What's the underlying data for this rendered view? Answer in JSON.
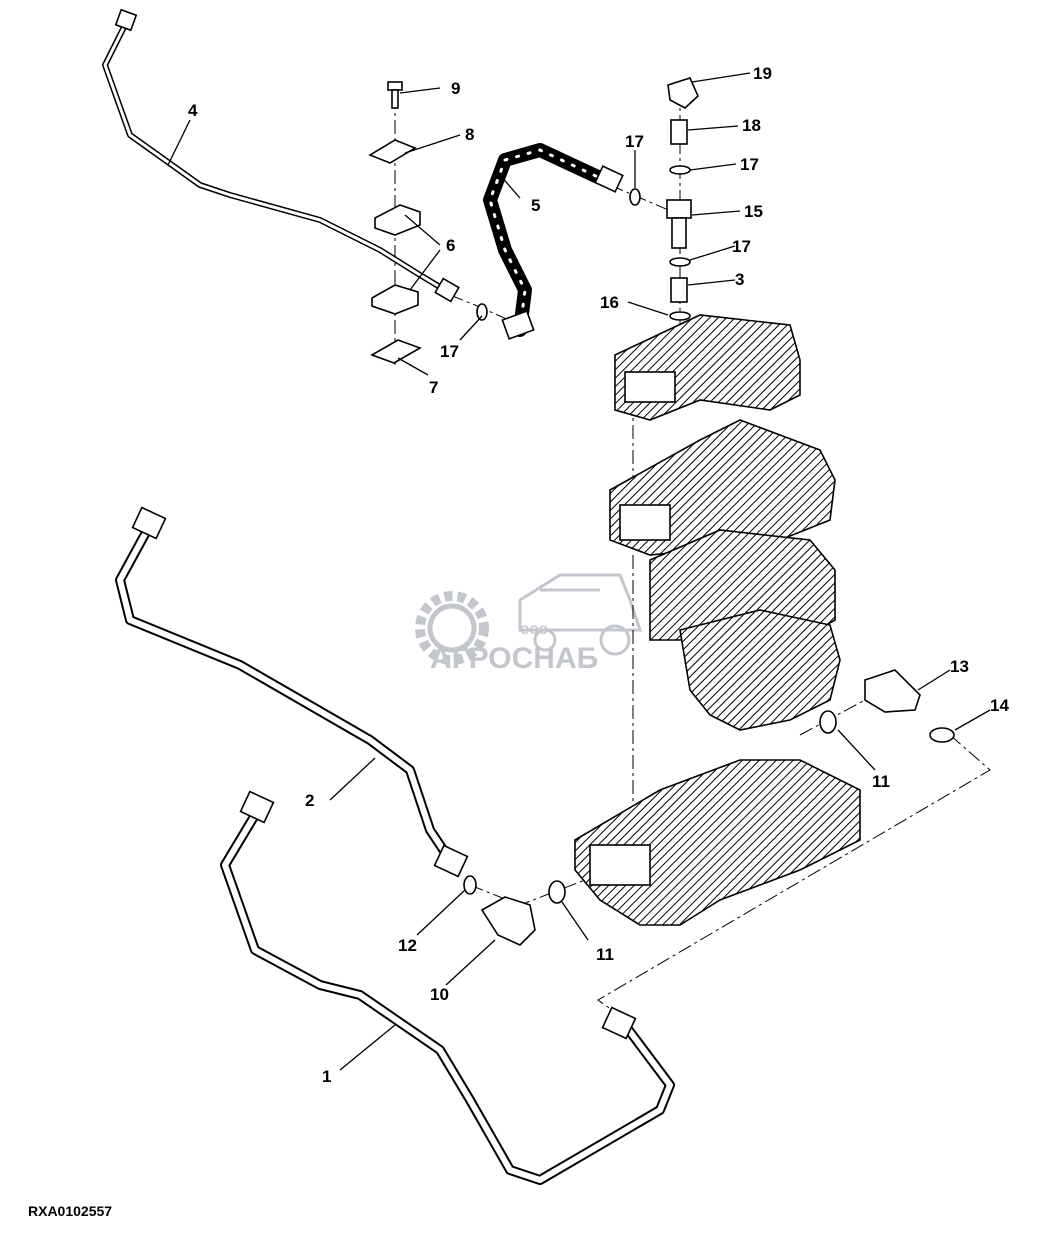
{
  "drawing_id": "RXA0102557",
  "watermark": {
    "company": "АГРОСНАБ",
    "prefix": "ООО",
    "color": "#b9bdc4"
  },
  "callouts": [
    {
      "id": "c1",
      "label": "1"
    },
    {
      "id": "c2",
      "label": "2"
    },
    {
      "id": "c3",
      "label": "3"
    },
    {
      "id": "c4",
      "label": "4"
    },
    {
      "id": "c5",
      "label": "5"
    },
    {
      "id": "c6",
      "label": "6"
    },
    {
      "id": "c7",
      "label": "7"
    },
    {
      "id": "c8",
      "label": "8"
    },
    {
      "id": "c9",
      "label": "9"
    },
    {
      "id": "c10",
      "label": "10"
    },
    {
      "id": "c11a",
      "label": "11"
    },
    {
      "id": "c11b",
      "label": "11"
    },
    {
      "id": "c12",
      "label": "12"
    },
    {
      "id": "c13",
      "label": "13"
    },
    {
      "id": "c14",
      "label": "14"
    },
    {
      "id": "c15",
      "label": "15"
    },
    {
      "id": "c16",
      "label": "16"
    },
    {
      "id": "c17a",
      "label": "17"
    },
    {
      "id": "c17b",
      "label": "17"
    },
    {
      "id": "c17c",
      "label": "17"
    },
    {
      "id": "c17d",
      "label": "17"
    },
    {
      "id": "c18",
      "label": "18"
    },
    {
      "id": "c19",
      "label": "19"
    }
  ]
}
